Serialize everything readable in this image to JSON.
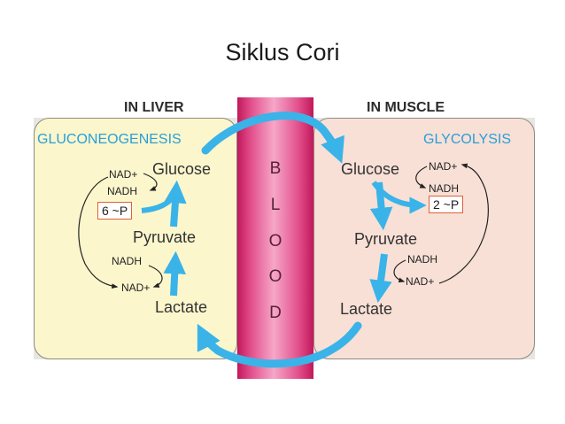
{
  "title": "Siklus Cori",
  "liver": {
    "heading": "IN LIVER",
    "pathway": "GLUCONEOGENESIS",
    "glucose": "Glucose",
    "pyruvate": "Pyruvate",
    "lactate": "Lactate",
    "nad_top": "NAD+",
    "nadh_top": "NADH",
    "atp": "6 ~P",
    "nadh_bottom": "NADH",
    "nad_bottom": "NAD+"
  },
  "muscle": {
    "heading": "IN MUSCLE",
    "pathway": "GLYCOLYSIS",
    "glucose": "Glucose",
    "pyruvate": "Pyruvate",
    "lactate": "Lactate",
    "nad_top": "NAD+",
    "nadh_top": "NADH",
    "atp": "2 ~P",
    "nadh_bottom": "NADH",
    "nad_bottom": "NAD+"
  },
  "blood": [
    "B",
    "L",
    "O",
    "O",
    "D"
  ],
  "colors": {
    "liver_bg": "#fbf6cc",
    "muscle_bg": "#f8e0d6",
    "blood": "#e2508c",
    "arrow": "#3ab3e8",
    "pathway_text": "#2a9fd8",
    "atp_border": "#e0603a"
  }
}
